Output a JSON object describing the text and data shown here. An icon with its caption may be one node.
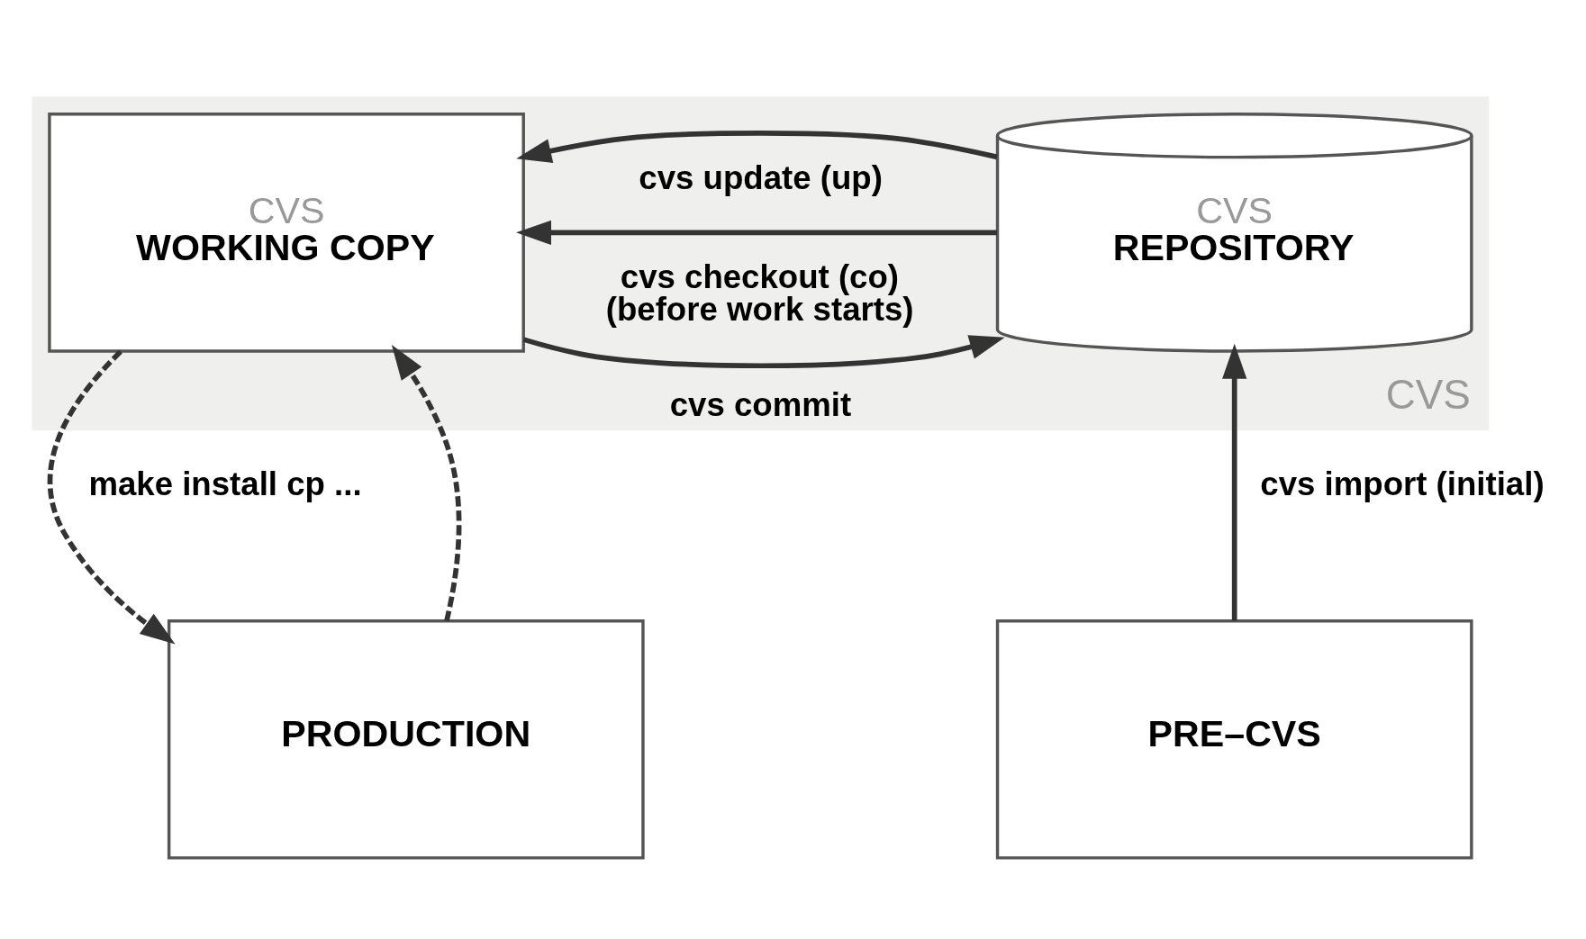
{
  "diagram": {
    "nodes": [
      {
        "text": [
          "CVS"
        ]
      },
      {
        "text": [
          "CVS",
          "REPOSITORY"
        ],
        "in": 0
      },
      {
        "text": [
          "CVS",
          "WORKING COPY"
        ],
        "in": 0
      },
      {
        "text": [
          "PRE–CVS"
        ]
      },
      {
        "text": [
          "PRODUCTION"
        ]
      }
    ],
    "edges": [
      {
        "from": 1,
        "to": 2,
        "arrow": "to",
        "label": "cvs checkout (co) (before work starts)"
      },
      {
        "from": 1,
        "to": 2,
        "arrow": "to",
        "label": "cvs update (up)"
      },
      {
        "from": 2,
        "to": 1,
        "arrow": "to",
        "label": "cvs commit"
      },
      {
        "from": 3,
        "to": 1,
        "arrow": "to",
        "label": "cvs import (initial)"
      },
      {
        "from": 4,
        "to": 2,
        "arrow": "to",
        "style": "dashed"
      },
      {
        "from": 2,
        "to": 4,
        "arrow": "to",
        "style": "dashed",
        "label": "make install cp ..."
      }
    ]
  }
}
